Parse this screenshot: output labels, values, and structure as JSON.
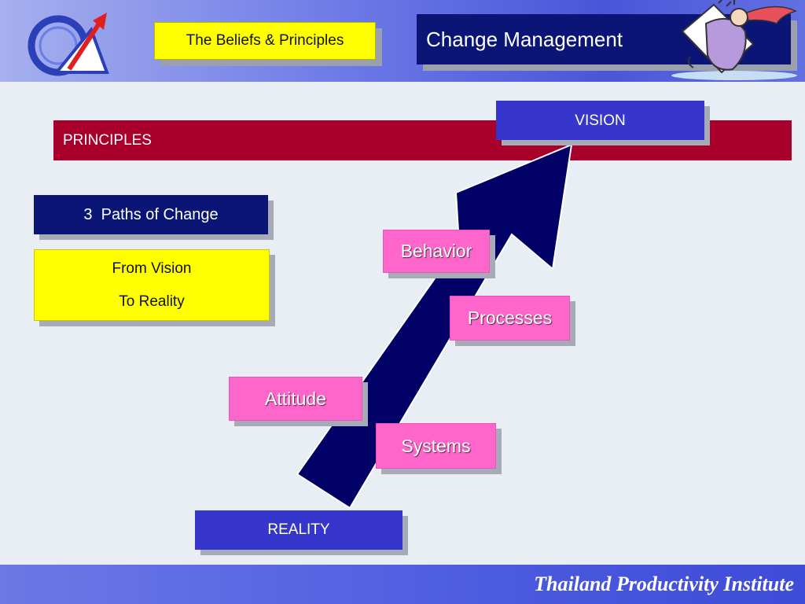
{
  "header": {
    "subtitle": "The Beliefs & Principles",
    "title": "Change Management"
  },
  "principles_label": "PRINCIPLES",
  "vision_label": "VISION",
  "reality_label": "REALITY",
  "paths_label": "3  Paths of Change",
  "from_to": {
    "line1": "From Vision",
    "line2": "To Reality"
  },
  "steps": {
    "behavior": "Behavior",
    "processes": "Processes",
    "attitude": "Attitude",
    "systems": "Systems"
  },
  "footer": {
    "org": "Thailand Productivity Institute"
  },
  "icons": {
    "logo": "tpi-logo-icon",
    "clipart": "cartoon-figure-icon"
  },
  "colors": {
    "navy": "#0b1575",
    "vision_blue": "#3636cc",
    "principles_red": "#a8002a",
    "highlight_yellow": "#ffff00",
    "step_pink": "#ff66cc",
    "arrow_navy": "#000066"
  }
}
